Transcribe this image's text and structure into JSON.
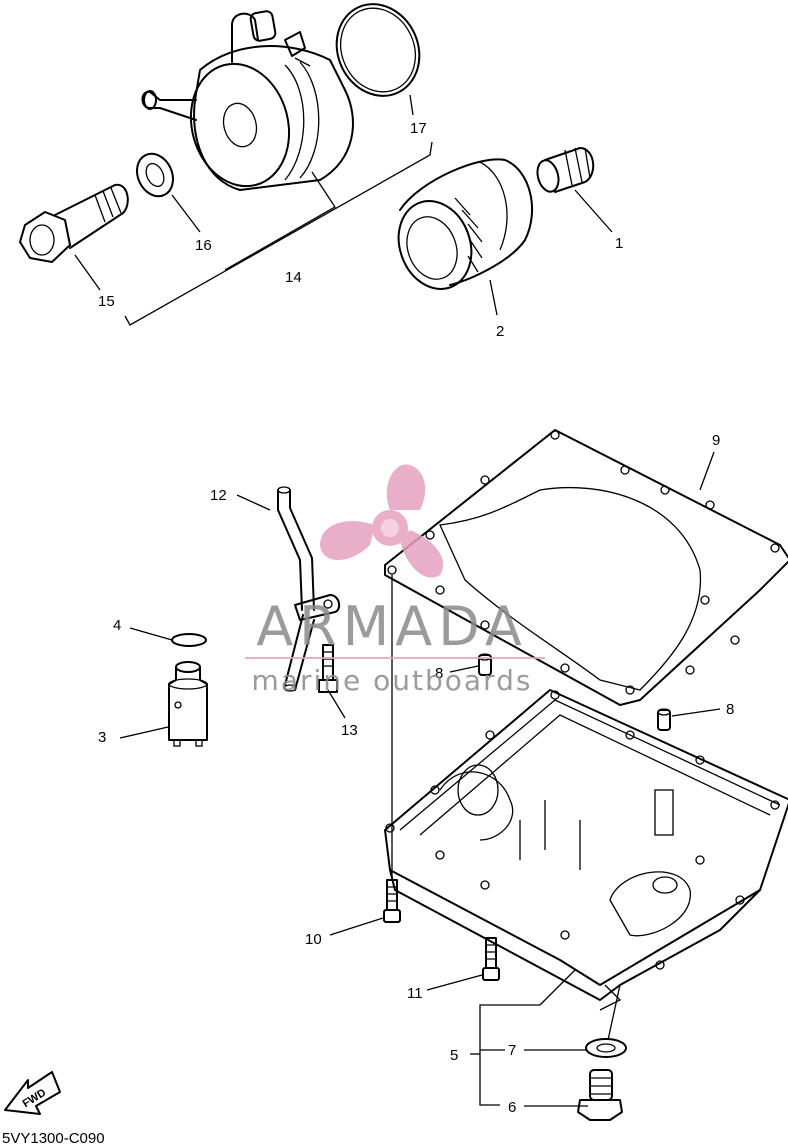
{
  "diagram": {
    "code": "5VY1300-C090",
    "fwd_label": "FWD",
    "callouts": [
      "1",
      "2",
      "3",
      "4",
      "5",
      "6",
      "7",
      "8",
      "8",
      "9",
      "10",
      "11",
      "12",
      "13",
      "14",
      "15",
      "16",
      "17"
    ]
  },
  "watermark": {
    "brand": "ARMADA",
    "tagline": "marine outboards",
    "color": "#e6a0bf"
  }
}
